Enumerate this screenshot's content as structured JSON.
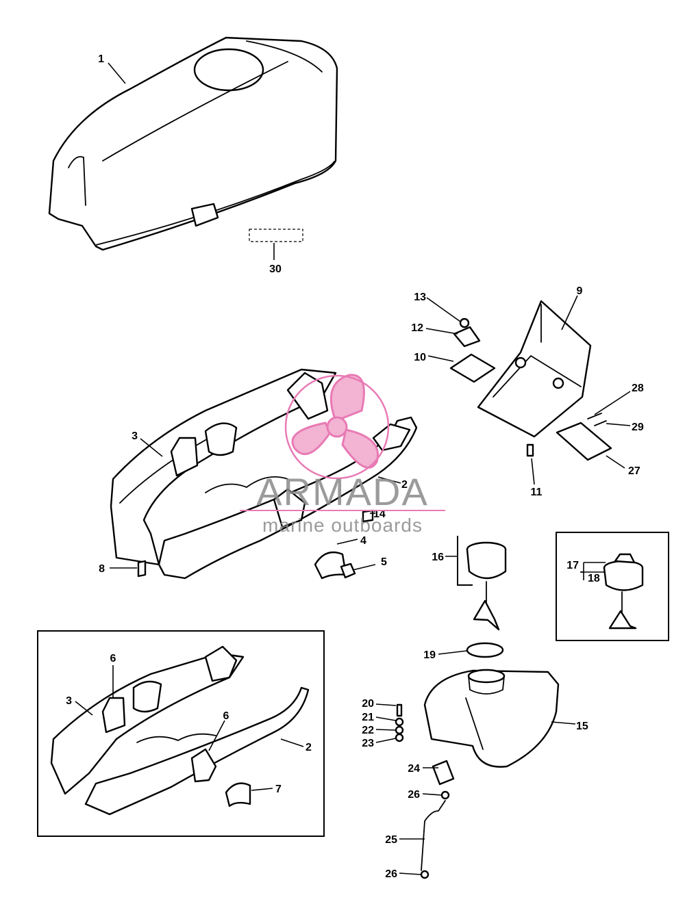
{
  "watermark": {
    "brand": "ARMADA",
    "tagline": "marine outboards",
    "accent_color": "#e87ab4"
  },
  "callouts": [
    {
      "id": "1",
      "label": "1"
    },
    {
      "id": "2a",
      "label": "2"
    },
    {
      "id": "2b",
      "label": "2"
    },
    {
      "id": "3a",
      "label": "3"
    },
    {
      "id": "3b",
      "label": "3"
    },
    {
      "id": "4",
      "label": "4"
    },
    {
      "id": "5",
      "label": "5"
    },
    {
      "id": "6a",
      "label": "6"
    },
    {
      "id": "6b",
      "label": "6"
    },
    {
      "id": "7",
      "label": "7"
    },
    {
      "id": "8",
      "label": "8"
    },
    {
      "id": "9",
      "label": "9"
    },
    {
      "id": "10",
      "label": "10"
    },
    {
      "id": "11",
      "label": "11"
    },
    {
      "id": "12",
      "label": "12"
    },
    {
      "id": "13",
      "label": "13"
    },
    {
      "id": "14",
      "label": "14"
    },
    {
      "id": "15",
      "label": "15"
    },
    {
      "id": "16",
      "label": "16"
    },
    {
      "id": "17",
      "label": "17"
    },
    {
      "id": "18",
      "label": "18"
    },
    {
      "id": "19",
      "label": "19"
    },
    {
      "id": "20",
      "label": "20"
    },
    {
      "id": "21",
      "label": "21"
    },
    {
      "id": "22",
      "label": "22"
    },
    {
      "id": "23",
      "label": "23"
    },
    {
      "id": "24",
      "label": "24"
    },
    {
      "id": "25",
      "label": "25"
    },
    {
      "id": "26a",
      "label": "26"
    },
    {
      "id": "26b",
      "label": "26"
    },
    {
      "id": "27",
      "label": "27"
    },
    {
      "id": "28",
      "label": "28"
    },
    {
      "id": "29",
      "label": "29"
    },
    {
      "id": "30",
      "label": "30"
    }
  ]
}
